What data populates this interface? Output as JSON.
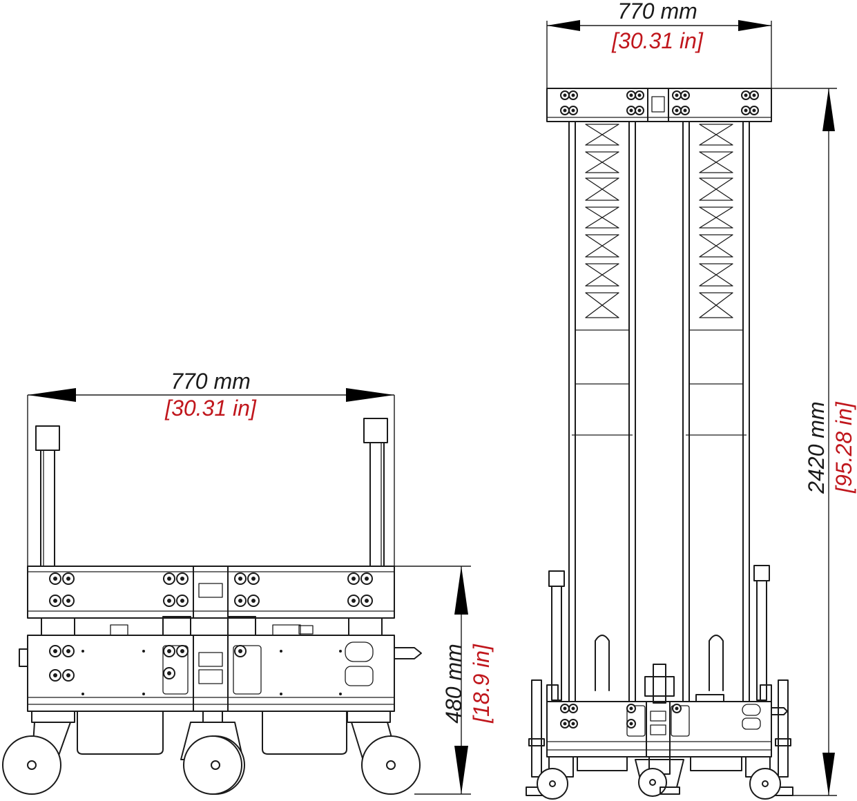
{
  "dimensions": {
    "front_width": {
      "metric": "770 mm",
      "imperial": "[30.31 in]"
    },
    "front_height": {
      "metric": "480 mm",
      "imperial": "[18.9 in]"
    },
    "side_width": {
      "metric": "770 mm",
      "imperial": "[30.31 in]"
    },
    "side_height": {
      "metric": "2420 mm",
      "imperial": "[95.28 in]"
    }
  },
  "colors": {
    "line": "#1a1a1a",
    "imperial_text": "#c0161c",
    "arrow": "#000000"
  }
}
